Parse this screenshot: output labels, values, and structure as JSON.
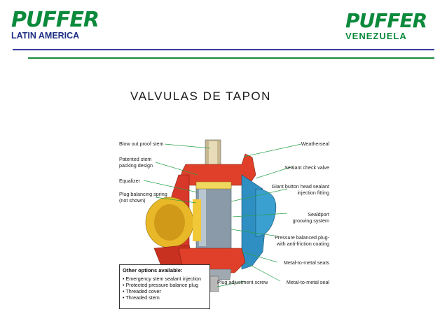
{
  "header": {
    "left_logo": {
      "main": "PUFFER",
      "sub": "LATIN AMERICA"
    },
    "right_logo": {
      "main": "PUFFER",
      "sub": "VENEZUELA"
    }
  },
  "title": "VALVULAS DE TAPON",
  "diagram": {
    "left_labels": [
      "Blow out proof stem",
      "Patented stem\npacking design",
      "Equalizer",
      "Plug balancing spring\n(not shown)"
    ],
    "right_labels": [
      "Weatherseal",
      "Sealant check valve",
      "Giant button head sealant\ninjection fitting",
      "Sealdport\ngrooving system",
      "Pressure balanced plug-\nwith anti-friction coating",
      "Metal-to-metal seats",
      "Metal-to-metal seal"
    ],
    "bottom_label": "Plug adjustment screw",
    "options": {
      "heading": "Other options available:",
      "items": [
        "Emergency stem sealant injection",
        "Protected pressure balance plug",
        "Threaded cover",
        "Threaded stem"
      ]
    }
  },
  "colors": {
    "logo_green": "#0c8a3c",
    "logo_blue": "#1f2f86",
    "rule_blue": "#3a3f9a",
    "rule_green": "#1a8a3a",
    "body_red": "#e0402a",
    "body_blue": "#2f8fc2",
    "port_yellow": "#e0b020"
  }
}
